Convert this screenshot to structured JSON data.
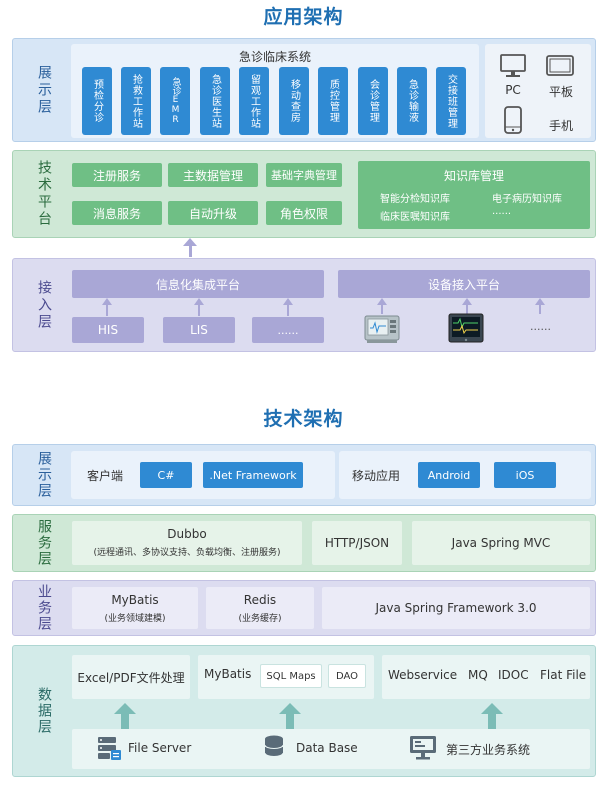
{
  "app_arch": {
    "title": "应用架构",
    "display": {
      "label": "展示层",
      "group_title": "急诊临床系统",
      "modules": [
        "预检分诊",
        "抢救工作站",
        "急诊EMR",
        "急诊医生站",
        "留观工作站",
        "移动查房",
        "质控管理",
        "会诊管理",
        "急诊输液",
        "交接班管理"
      ],
      "devices": {
        "pc": "PC",
        "tablet": "平板",
        "phone": "手机"
      }
    },
    "tech": {
      "label": "技术平台",
      "items": [
        "注册服务",
        "主数据管理",
        "基础字典管理",
        "消息服务",
        "自动升级",
        "角色权限"
      ],
      "knowledge": {
        "title": "知识库管理",
        "items": [
          "智能分检知识库",
          "电子病历知识库",
          "临床医嘱知识库",
          "......"
        ]
      }
    },
    "access": {
      "label": "接入层",
      "info_platform": "信息化集成平台",
      "device_platform": "设备接入平台",
      "systems": [
        "HIS",
        "LIS",
        "......"
      ],
      "device_more": "......"
    }
  },
  "tech_arch": {
    "title": "技术架构",
    "display": {
      "label": "展示层",
      "client": "客户端",
      "csharp": "C#",
      "netfw": ".Net Framework",
      "mobile": "移动应用",
      "android": "Android",
      "ios": "iOS"
    },
    "service": {
      "label": "服务层",
      "dubbo": "Dubbo",
      "dubbo_desc": "(远程通讯、多协议支持、负载均衡、注册服务)",
      "http": "HTTP/JSON",
      "springmvc": "Java Spring MVC"
    },
    "business": {
      "label": "业务层",
      "mybatis": "MyBatis",
      "mybatis_desc": "(业务领域建模)",
      "redis": "Redis",
      "redis_desc": "(业务缓存)",
      "spring": "Java Spring Framework 3.0"
    },
    "data": {
      "label": "数据层",
      "excel": "Excel/PDF文件处理",
      "mybatis": "MyBatis",
      "sqlmaps": "SQL Maps",
      "dao": "DAO",
      "webservice": "Webservice",
      "mq": "MQ",
      "idoc": "IDOC",
      "flatfile": "Flat File",
      "fileserver": "File Server",
      "database": "Data Base",
      "thirdparty": "第三方业务系统"
    }
  },
  "colors": {
    "title": "#1f6fb2",
    "blue_module": "#2f8ad3",
    "green": "#6fbf85",
    "purple": "#a9a7d6",
    "teal": "#7bbcb6"
  }
}
